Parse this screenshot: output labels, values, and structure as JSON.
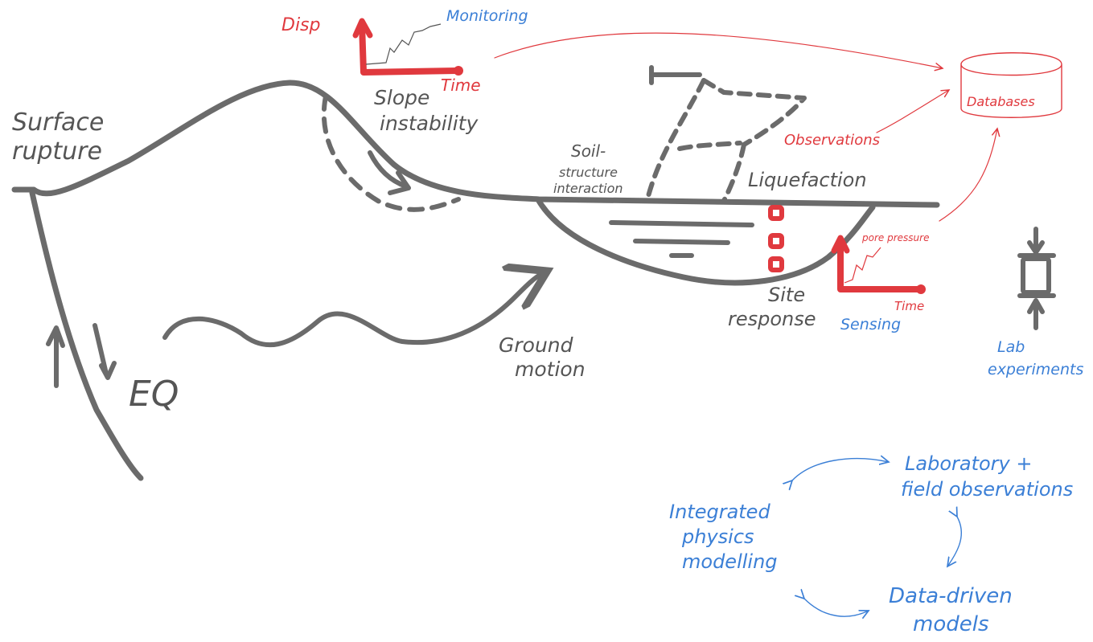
{
  "colors": {
    "ink_gray": "#6b6b6b",
    "ink_red": "#e0393e",
    "ink_blue": "#3b7fd6"
  },
  "labels": {
    "surface_rupture": [
      "Surface",
      "rupture"
    ],
    "eq": "EQ",
    "slope_instability": [
      "Slope",
      "instability"
    ],
    "ground_motion": [
      "Ground",
      "motion"
    ],
    "soil_structure": [
      "Soil-",
      "structure",
      "interaction"
    ],
    "liquefaction": "Liquefaction",
    "site_response": [
      "Site",
      "response"
    ]
  },
  "monitoring": {
    "y_label": "Disp",
    "x_label": "Time",
    "title": "Monitoring"
  },
  "sensing": {
    "y_label": "pore pressure",
    "x_label": "Time",
    "title": "Sensing"
  },
  "data_flow": {
    "observations": "Observations",
    "databases": "Databases"
  },
  "lab": {
    "title": [
      "Lab",
      "experiments"
    ]
  },
  "cycle": {
    "lab_field": [
      "Laboratory +",
      "field observations"
    ],
    "physics": [
      "Integrated",
      "physics",
      "modelling"
    ],
    "data_driven": [
      "Data-driven",
      "models"
    ]
  }
}
